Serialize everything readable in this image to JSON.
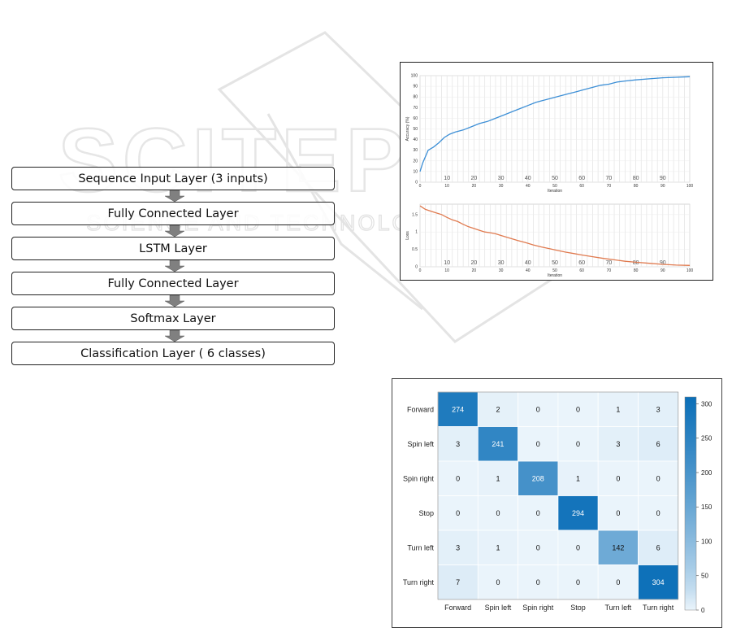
{
  "watermark": {
    "main": "SCITEPRESS",
    "sub": "SCIENCE AND TECHNOLOGY PUBLICATIONS"
  },
  "layers": [
    {
      "label": "Sequence Input Layer (3 inputs)"
    },
    {
      "label": "Fully Connected Layer"
    },
    {
      "label": "LSTM Layer"
    },
    {
      "label": "Fully Connected Layer"
    },
    {
      "label": "Softmax Layer"
    },
    {
      "label": "Classification Layer ( 6 classes)"
    }
  ],
  "colors": {
    "accuracy_line": "#3d8fd6",
    "loss_line": "#e07a4f",
    "layer_border": "#222222",
    "arrow_fill": "#808080",
    "cm_low": "#eaf4fb",
    "cm_high": "#0b6fb8"
  },
  "chart_data": [
    {
      "type": "line",
      "xlabel": "Iteration",
      "ylabel": "Accuracy (%)",
      "xlim": [
        0,
        100
      ],
      "ylim": [
        0,
        100
      ],
      "x_ticks": [
        0,
        10,
        20,
        30,
        40,
        50,
        60,
        70,
        80,
        90,
        100
      ],
      "y_ticks": [
        0,
        10,
        20,
        30,
        40,
        50,
        60,
        70,
        80,
        90,
        100
      ],
      "overlay_ticks": [
        "10",
        "20",
        "30",
        "40",
        "50",
        "60",
        "70",
        "80",
        "90"
      ],
      "grid": true,
      "series": [
        {
          "x": [
            0,
            1,
            3,
            5,
            7,
            9,
            11,
            13,
            16,
            19,
            22,
            25,
            28,
            31,
            34,
            37,
            40,
            43,
            46,
            49,
            52,
            55,
            58,
            61,
            64,
            67,
            70,
            73,
            76,
            80,
            85,
            90,
            95,
            100
          ],
          "values": [
            10,
            18,
            30,
            33,
            37,
            42,
            45,
            47,
            49,
            52,
            55,
            57,
            60,
            63,
            66,
            69,
            72,
            75,
            77,
            79,
            81,
            83,
            85,
            87,
            89,
            91,
            92,
            94,
            95,
            96,
            97,
            98,
            98.5,
            99
          ]
        }
      ]
    },
    {
      "type": "line",
      "xlabel": "Iteration",
      "ylabel": "Loss",
      "xlim": [
        0,
        100
      ],
      "ylim": [
        0,
        1.8
      ],
      "x_ticks": [
        0,
        10,
        20,
        30,
        40,
        50,
        60,
        70,
        80,
        90,
        100
      ],
      "y_ticks": [
        0,
        0.5,
        1,
        1.5
      ],
      "overlay_ticks": [
        "10",
        "20",
        "30",
        "40",
        "50",
        "60",
        "70",
        "80",
        "90"
      ],
      "grid": true,
      "series": [
        {
          "x": [
            0,
            2,
            4,
            6,
            8,
            10,
            12,
            14,
            16,
            18,
            20,
            22,
            24,
            26,
            28,
            30,
            33,
            36,
            39,
            42,
            45,
            48,
            51,
            54,
            57,
            60,
            64,
            68,
            72,
            76,
            80,
            85,
            90,
            95,
            100
          ],
          "values": [
            1.75,
            1.65,
            1.6,
            1.55,
            1.5,
            1.42,
            1.35,
            1.3,
            1.22,
            1.15,
            1.1,
            1.05,
            1.0,
            0.98,
            0.95,
            0.9,
            0.83,
            0.76,
            0.7,
            0.63,
            0.57,
            0.52,
            0.47,
            0.42,
            0.38,
            0.34,
            0.29,
            0.24,
            0.2,
            0.16,
            0.13,
            0.1,
            0.07,
            0.05,
            0.04
          ]
        }
      ]
    },
    {
      "type": "heatmap",
      "x_categories": [
        "Forward",
        "Spin left",
        "Spin right",
        "Stop",
        "Turn left",
        "Turn right"
      ],
      "y_categories": [
        "Forward",
        "Spin left",
        "Spin right",
        "Stop",
        "Turn left",
        "Turn right"
      ],
      "values": [
        [
          274,
          2,
          0,
          0,
          1,
          3
        ],
        [
          3,
          241,
          0,
          0,
          3,
          6
        ],
        [
          0,
          1,
          208,
          1,
          0,
          0
        ],
        [
          0,
          0,
          0,
          294,
          0,
          0
        ],
        [
          3,
          1,
          0,
          0,
          142,
          6
        ],
        [
          7,
          0,
          0,
          0,
          0,
          304
        ]
      ],
      "colorbar": {
        "min": 0,
        "max": 310,
        "ticks": [
          0,
          50,
          100,
          150,
          200,
          250,
          300
        ]
      }
    }
  ]
}
